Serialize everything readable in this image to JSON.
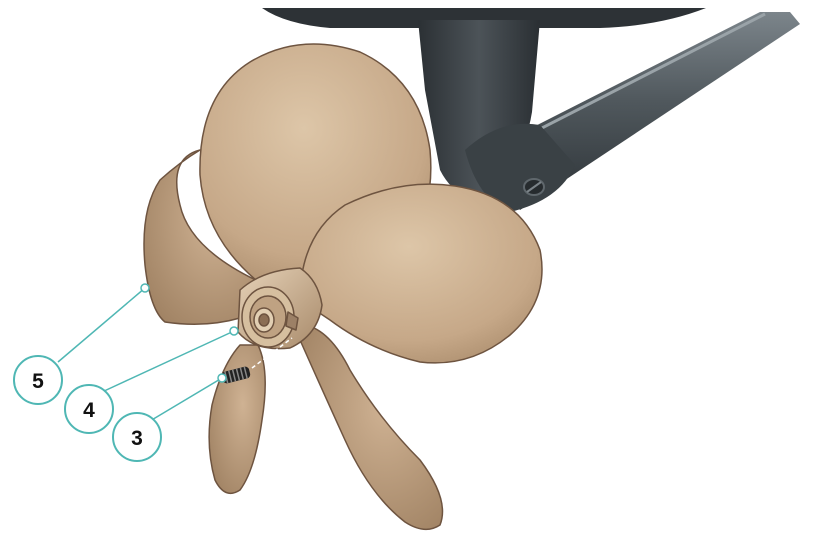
{
  "colors": {
    "background": "#ffffff",
    "blade_fill": "#c7aa8a",
    "blade_light": "#dcc4a6",
    "blade_shadow": "#a88a6a",
    "blade_edge": "#6e5440",
    "housing": "#33393d",
    "shaft": "#4a5156",
    "shaft_highlight": "#8a9297",
    "callout_ring": "#4fb7b4",
    "callout_text": "#111111"
  },
  "callouts": [
    {
      "number": "5",
      "part": "blade",
      "icon": "propeller-blade-icon"
    },
    {
      "number": "4",
      "part": "nut",
      "icon": "hub-nut-icon"
    },
    {
      "number": "3",
      "part": "spring",
      "icon": "spring-icon"
    }
  ]
}
